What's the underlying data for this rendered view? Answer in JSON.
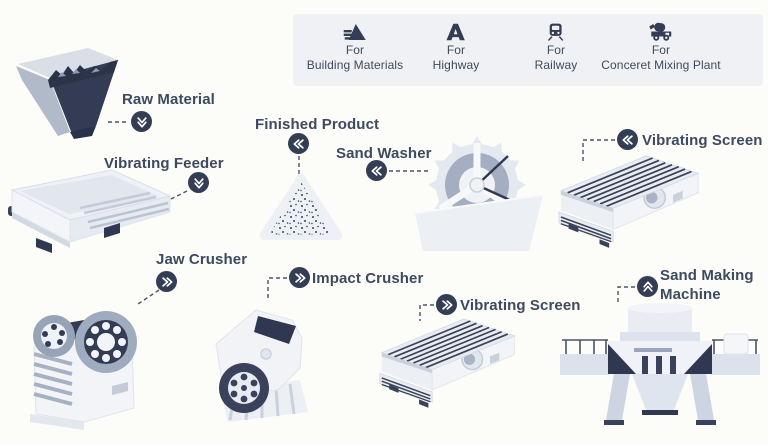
{
  "colors": {
    "background": "#fcfcf8",
    "text": "#3e4a5e",
    "label_text": "#3d4a5f",
    "badge_bg": "#333d54",
    "badge_glyph": "#ffffff",
    "legend_bg": "#f0f1f4",
    "connector": "#4a5468",
    "machine_light": "#eef1f5",
    "machine_shade": "#d8dee7",
    "machine_grayblue": "#9fabbe",
    "machine_dark": "#333c54"
  },
  "legend": {
    "items": [
      {
        "icon": "building-materials-icon",
        "line1": "For",
        "line2": "Building Materials"
      },
      {
        "icon": "highway-icon",
        "line1": "For",
        "line2": "Highway"
      },
      {
        "icon": "railway-icon",
        "line1": "For",
        "line2": "Railway"
      },
      {
        "icon": "concrete-mixer-icon",
        "line1": "For",
        "line2": "Conceret Mixing Plant"
      }
    ]
  },
  "nodes": {
    "raw_material": {
      "label": "Raw Material",
      "dir": "down",
      "badge_icon": "chevrons-down-icon",
      "illustration": "raw-material-hopper"
    },
    "vibrating_feeder": {
      "label": "Vibrating Feeder",
      "dir": "down",
      "badge_icon": "chevrons-down-icon",
      "illustration": "vibrating-feeder-machine"
    },
    "jaw_crusher": {
      "label": "Jaw Crusher",
      "dir": "right",
      "badge_icon": "chevrons-right-icon",
      "illustration": "jaw-crusher-machine"
    },
    "finished_product": {
      "label": "Finished Product",
      "dir": "left",
      "badge_icon": "chevrons-left-icon",
      "illustration": "sand-pile"
    },
    "sand_washer": {
      "label": "Sand Washer",
      "dir": "left",
      "badge_icon": "chevrons-left-icon",
      "illustration": "sand-washer-wheel"
    },
    "vibrating_screen_top": {
      "label": "Vibrating Screen",
      "dir": "left",
      "badge_icon": "chevrons-left-icon",
      "illustration": "vibrating-screen-machine"
    },
    "impact_crusher": {
      "label": "Impact Crusher",
      "dir": "right",
      "badge_icon": "chevrons-right-icon",
      "illustration": "impact-crusher-machine"
    },
    "vibrating_screen_bottom": {
      "label": "Vibrating Screen",
      "dir": "right",
      "badge_icon": "chevrons-right-icon",
      "illustration": "vibrating-screen-machine"
    },
    "sand_making_machine": {
      "label_line1": "Sand Making",
      "label_line2": "Machine",
      "dir": "up",
      "badge_icon": "chevrons-up-icon",
      "illustration": "sand-making-machine"
    }
  }
}
